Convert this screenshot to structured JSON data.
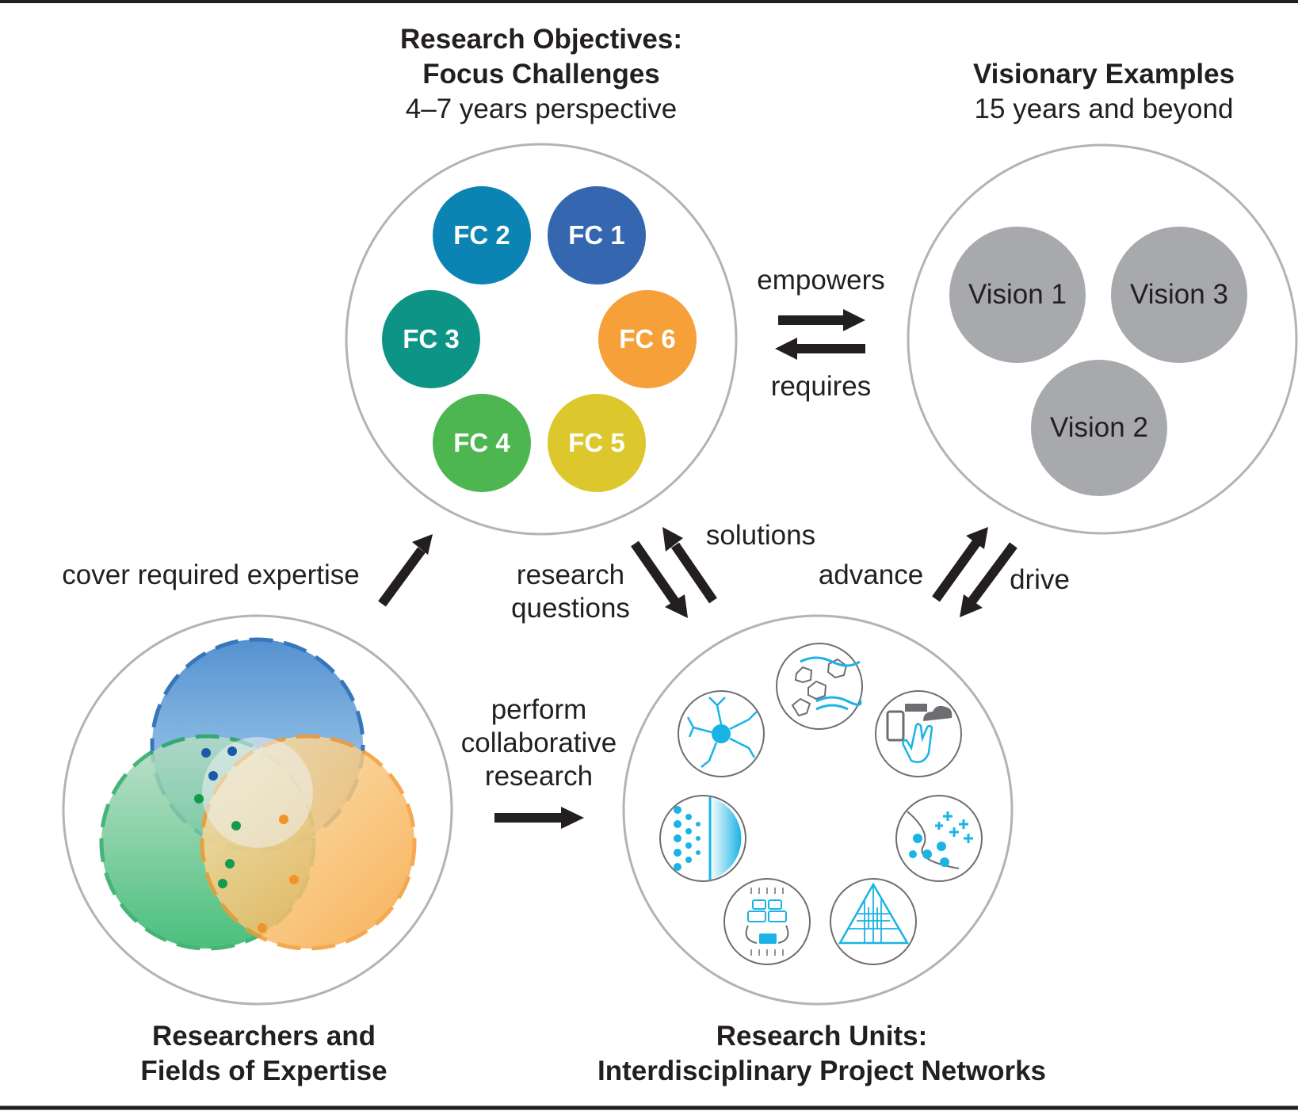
{
  "focus": {
    "title_line1": "Research Objectives:",
    "title_line2": "Focus Challenges",
    "subtitle": "4–7 years perspective",
    "challenges": [
      {
        "label": "FC 1",
        "color": "#3567b0"
      },
      {
        "label": "FC 2",
        "color": "#0b84b3"
      },
      {
        "label": "FC 3",
        "color": "#0e9387"
      },
      {
        "label": "FC 4",
        "color": "#4eb651"
      },
      {
        "label": "FC 5",
        "color": "#dcc82d"
      },
      {
        "label": "FC 6",
        "color": "#f6a03a"
      }
    ]
  },
  "visionary": {
    "title": "Visionary Examples",
    "subtitle": "15 years and beyond",
    "visions": [
      {
        "label": "Vision 1"
      },
      {
        "label": "Vision 2"
      },
      {
        "label": "Vision 3"
      }
    ]
  },
  "researchers": {
    "title_line1": "Researchers and",
    "title_line2": "Fields of Expertise"
  },
  "units": {
    "title_line1": "Research Units:",
    "title_line2": "Interdisciplinary Project Networks"
  },
  "arrows": {
    "empowers": "empowers",
    "requires": "requires",
    "solutions": "solutions",
    "research_questions_line1": "research",
    "research_questions_line2": "questions",
    "advance": "advance",
    "drive": "drive",
    "cover": "cover required expertise",
    "perform_line1": "perform",
    "perform_line2": "collaborative",
    "perform_line3": "research"
  },
  "colors": {
    "text": "#231f20",
    "outline": "#b3b3b3",
    "icon_cyan": "#1ab3e6",
    "vision_gray": "#a7a9ac"
  }
}
